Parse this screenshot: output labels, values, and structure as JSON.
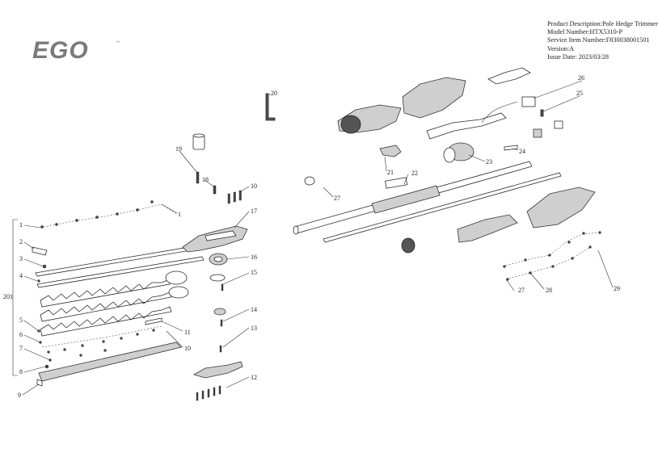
{
  "brand": {
    "logo_text": "EGO",
    "trademark": "™",
    "logo_color": "#7a7a7a"
  },
  "info": {
    "product_description": "Product Description:Pole Hedge Trimmer",
    "model_number": "Model Number:HTX5310-P",
    "service_item_number": "Service Item Number:F830038001501",
    "version": "Version:A",
    "issue_date": "Issue Date: 2023/03/28"
  },
  "callouts": {
    "c1a": "1",
    "c1b": "1",
    "c2": "2",
    "c3": "3",
    "c4": "4",
    "c5": "5",
    "c6": "6",
    "c7": "7",
    "c8": "8",
    "c9": "9",
    "c201": "201",
    "c10a": "10",
    "c10b": "10",
    "c11": "11",
    "c12": "12",
    "c13": "13",
    "c14": "14",
    "c15": "15",
    "c16": "16",
    "c17": "17",
    "c18": "18",
    "c19": "19",
    "c20": "20",
    "c21": "21",
    "c22": "22",
    "c23": "23",
    "c24": "24",
    "c25": "25",
    "c26": "26",
    "c27a": "27",
    "c27b": "27",
    "c28": "28",
    "c29": "29"
  }
}
